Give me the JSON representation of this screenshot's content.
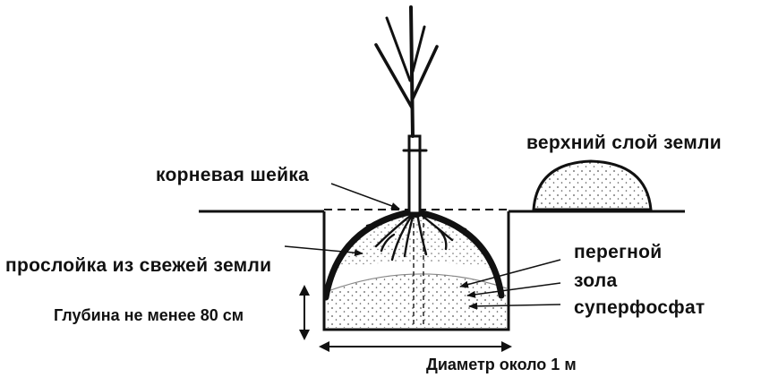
{
  "labels": {
    "top_soil": "верхний слой земли",
    "root_collar": "корневая шейка",
    "fresh_soil_layer": "прослойка из свежей земли",
    "humus": "перегной",
    "ash": "зола",
    "superphosphate": "суперфосфат",
    "depth": "Глубина не менее 80 см",
    "diameter": "Диаметр  около 1 м"
  },
  "colors": {
    "ink": "#111111",
    "paper": "#ffffff",
    "fill_dots": "#444444"
  }
}
